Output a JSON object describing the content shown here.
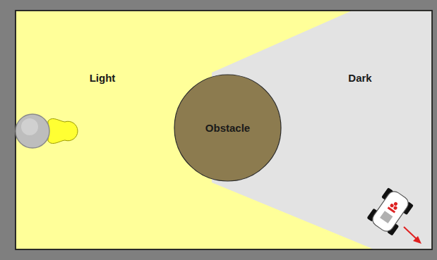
{
  "diagram": {
    "nodes": [
      {
        "text": [
          "Obstacle"
        ]
      }
    ],
    "labels": [
      "Light",
      "Dark"
    ]
  }
}
